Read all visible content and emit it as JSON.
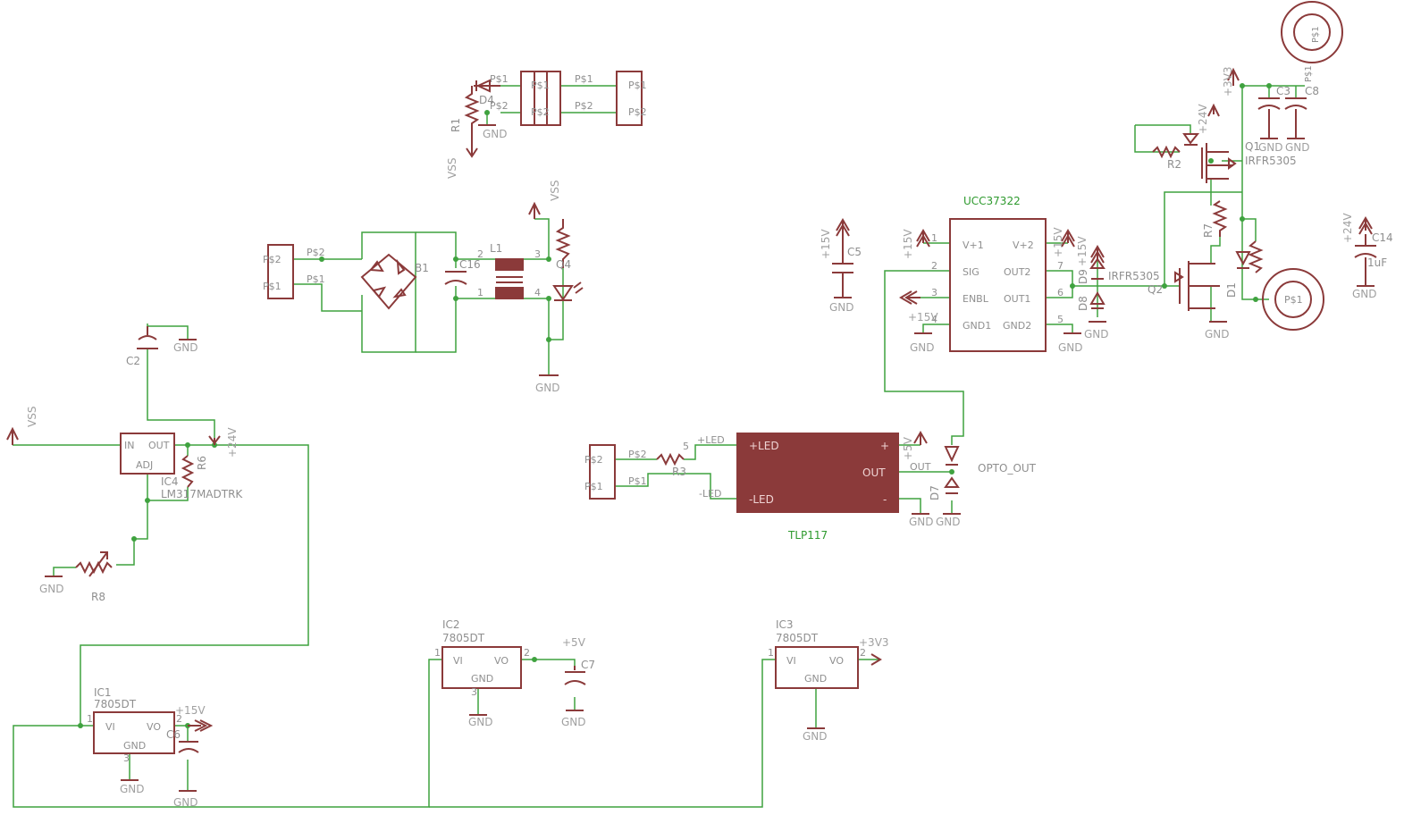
{
  "labels": {
    "ucc_title": "UCC37322",
    "tlp_title": "TLP117",
    "opto_out": "OPTO_OUT",
    "ic4_name": "IC4",
    "ic4_value": "LM317MADTRK",
    "ic1_name": "IC1",
    "ic1_value": "7805DT",
    "ic2_name": "IC2",
    "ic2_value": "7805DT",
    "ic3_name": "IC3",
    "ic3_value": "7805DT",
    "q1_name": "Q1",
    "q1_value": "IRFR5305",
    "q2_name": "Q2",
    "q2_value": "IRFR5305",
    "c14_value": "1uF",
    "r8": "R8",
    "r6": "R6",
    "r1": "R1",
    "r2": "R2",
    "r3": "R3",
    "r7": "R7",
    "c2": "C2",
    "c3": "C3",
    "c5": "C5",
    "c6": "C6",
    "c7": "C7",
    "c8": "C8",
    "c14": "C14",
    "c16": "C16",
    "l1": "L1",
    "b1": "B1",
    "d4": "D4",
    "d7": "D7",
    "d8": "D8",
    "d9": "D9",
    "d1": "D1",
    "q4": "Q4"
  },
  "nets": {
    "gnd": "GND",
    "vss": "VSS",
    "p24v": "+24V",
    "p15v": "+15V",
    "p5v": "+5V",
    "p3v3": "+3V3"
  },
  "pins": {
    "in": "IN",
    "out": "OUT",
    "adj": "ADJ",
    "vi": "VI",
    "vo": "VO",
    "v1": "V+1",
    "v2": "V+2",
    "sig": "SIG",
    "enbl": "ENBL",
    "gnd1": "GND1",
    "gnd2": "GND2",
    "out1": "OUT1",
    "out2": "OUT2",
    "pled": "+LED",
    "mled": "-LED",
    "plus": "+",
    "minus": "-",
    "ps1": "P$1",
    "ps2": "P$2",
    "n1": "1",
    "n2": "2",
    "n3": "3",
    "n4": "4",
    "n5": "5",
    "n6": "6",
    "n7": "7"
  },
  "colors": {
    "wire": "#3fa23f",
    "symbol": "#8b3a3a",
    "text": "#8f8f8f",
    "part_name": "#2e9a2e"
  }
}
